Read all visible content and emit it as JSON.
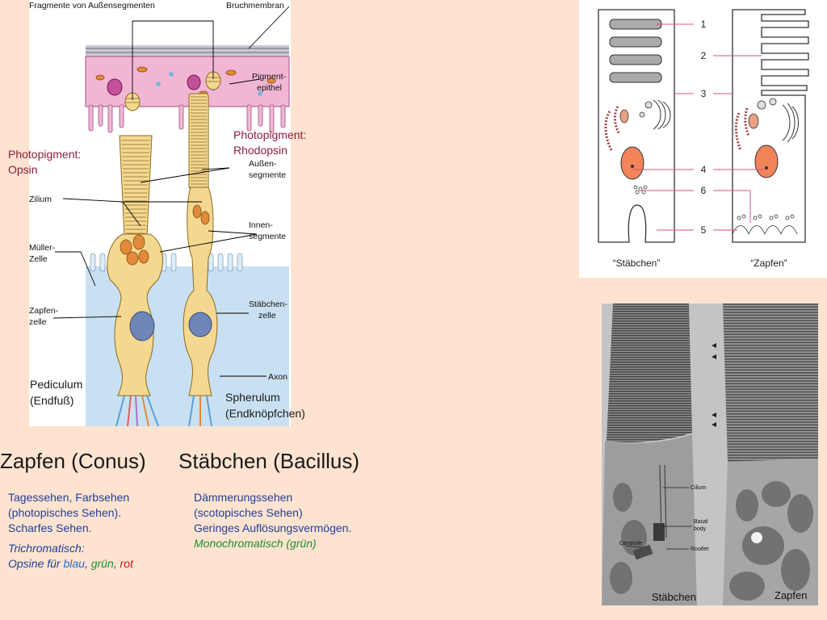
{
  "figure_cell": {
    "top_labels": {
      "fragments": "Fragmente von Außensegmenten",
      "bruch": "Bruchmembran"
    },
    "labels": {
      "pigment": [
        "Pigment-",
        "epithel"
      ],
      "aussen": [
        "Außen-",
        "segmente"
      ],
      "zilium": "Zilium",
      "innen": [
        "Innen-",
        "segmente"
      ],
      "mueller": [
        "Müller-",
        "Zelle"
      ],
      "zapfenzelle": [
        "Zapfen-",
        "zelle"
      ],
      "staebchenzelle": [
        "Stäbchen-",
        "zelle"
      ],
      "axon": "Axon"
    }
  },
  "overlay": {
    "photopigment_opsin": [
      "Photopigment:",
      "Opsin"
    ],
    "photopigment_rhodopsin": [
      "Photopigment:",
      "Rhodopsin"
    ],
    "pediculum": [
      "Pediculum",
      "(Endfuß)"
    ],
    "spherulum": [
      "Spherulum",
      "(Endknöpfchen)"
    ]
  },
  "schema": {
    "numbers": [
      "1",
      "2",
      "3",
      "4",
      "6",
      "5"
    ],
    "captions": {
      "rod": "“Stäbchen”",
      "cone": "“Zapfen”"
    }
  },
  "micro": {
    "labels": {
      "cilium": "Cilium",
      "basal": [
        "Basal",
        "body"
      ],
      "rootlet": "Rootlet",
      "centriole": "Centriole"
    },
    "captions": {
      "rod": "Stäbchen",
      "cone": "Zapfen"
    }
  },
  "headings": {
    "cone": "Zapfen (Conus)",
    "rod": "Stäbchen (Bacillus)"
  },
  "cone_text": {
    "lines": [
      "Tagessehen, Farbsehen",
      "(photopisches Sehen).",
      "Scharfes Sehen."
    ],
    "trichrome": "Trichromatisch:",
    "opsine_prefix": "Opsine für ",
    "blue": "blau",
    "sep1": ", ",
    "green": "grün",
    "sep2": ", ",
    "red": "rot"
  },
  "rod_text": {
    "lines": [
      "Dämmerungssehen",
      "(scotopisches Sehen)",
      "Geringes Auflösungsvermögen."
    ],
    "mono": "Monochromatisch (grün)"
  },
  "colors": {
    "heading": "#1a1a1a",
    "body_text": "#1f3f9a",
    "photopigment": "#8c1c3a",
    "blau": "#1f6fd0",
    "gruen": "#1b8f2e",
    "rot": "#d01515"
  }
}
